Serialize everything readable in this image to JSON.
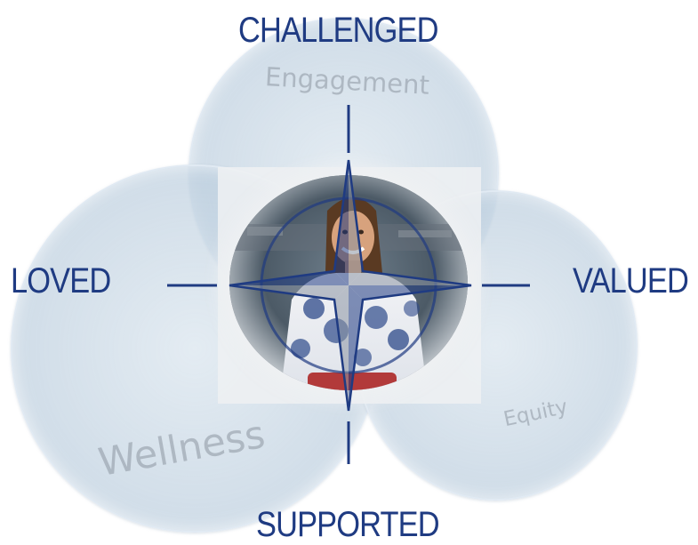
{
  "directions": {
    "top": "CHALLENGED",
    "left": "LOVED",
    "right": "VALUED",
    "bottom": "SUPPORTED"
  },
  "circles": {
    "top": "Engagement",
    "left": "Wellness",
    "right": "Equity"
  },
  "colors": {
    "direction_text": "#1f3b82",
    "compass_stroke": "#1f3b82",
    "circle_fill": "#c3d4e2",
    "circle_label": "#8c96a0"
  },
  "image": {
    "subject": "child-portrait"
  }
}
